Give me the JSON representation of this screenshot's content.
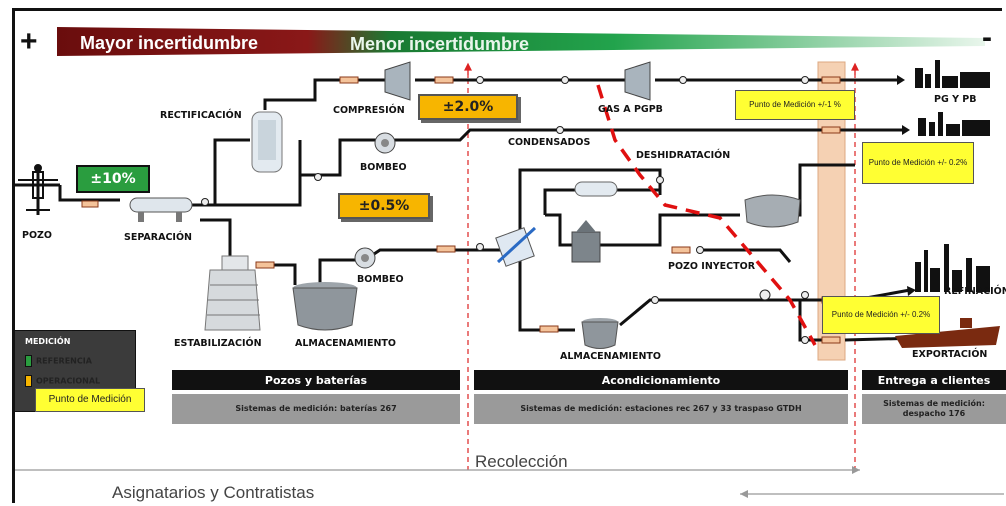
{
  "header": {
    "plus": "+",
    "minus": "-",
    "left_label": "Mayor incertidumbre",
    "right_label": "Menor incertidumbre"
  },
  "labels": {
    "pozo": "POZO",
    "separacion": "SEPARACIÓN",
    "rectificacion": "RECTIFICACIÓN",
    "compresion": "COMPRESIÓN",
    "bombeo1": "BOMBEO",
    "bombeo2": "BOMBEO",
    "estabilizacion": "ESTABILIZACIÓN",
    "almacenamiento1": "ALMACENAMIENTO",
    "gas_pgpb": "GAS A PGPB",
    "condensados": "CONDENSADOS",
    "deshidratacion": "DESHIDRATACIÓN",
    "pozo_inyector": "POZO INYECTOR",
    "almacenamiento2": "ALMACENAMIENTO",
    "pg_pb": "PG Y PB",
    "refinacion": "REFINACIÓN",
    "exportacion": "EXPORTACIÓN"
  },
  "percentages": {
    "p10": "±10%",
    "p2": "±2.0%",
    "p05": "±0.5%"
  },
  "notes": {
    "n1": "Punto de Medición +/-1 %",
    "n2": "Punto de Medición +/- 0.2%",
    "n3": "Punto de Medición +/- 0.2%"
  },
  "legend": {
    "title": "MEDICIÓN",
    "referencia": "REFERENCIA",
    "operacional": "OPERACIONAL",
    "punto": "Punto de Medición"
  },
  "sections": {
    "s1": "Pozos y baterías",
    "s2": "Acondicionamiento",
    "s3": "Entrega a clientes",
    "s1_sub": "Sistemas de medición: baterías 267",
    "s2_sub": "Sistemas de medición: estaciones rec 267 y 33 traspaso GTDH",
    "s3_sub": "Sistemas de medición: despacho 176"
  },
  "footer": {
    "recoleccion": "Recolección",
    "asignatarios": "Asignatarios y Contratistas"
  },
  "colors": {
    "gradient_left": "#6a0d0d",
    "gradient_mid": "#1e9a4a",
    "gradient_right": "#c7e9d0",
    "pct_green": "#2a9d3f",
    "pct_yellow": "#f7b500",
    "note_yellow": "#ffff33",
    "dash_red": "#e01010",
    "highlight_column": "#f4c9a6"
  }
}
